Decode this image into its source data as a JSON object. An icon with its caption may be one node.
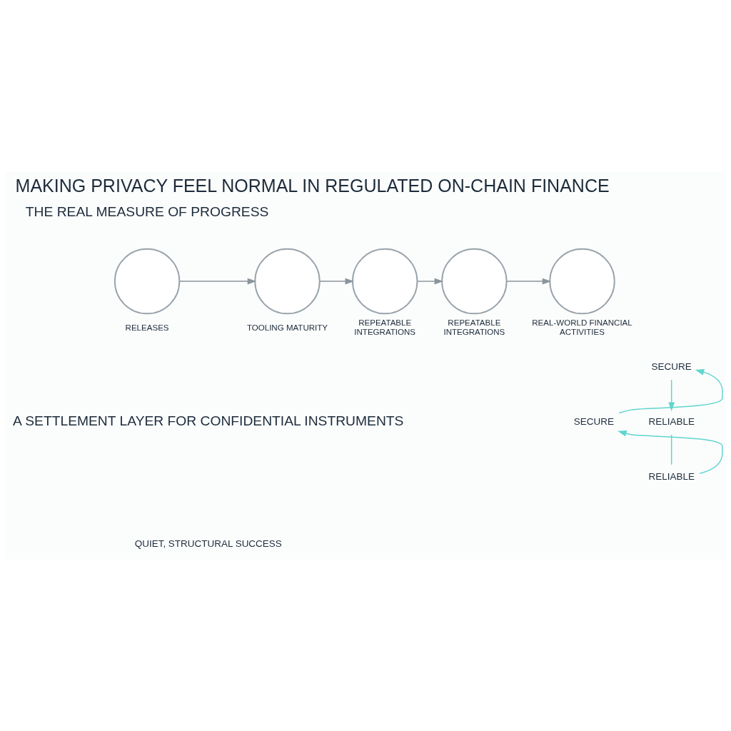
{
  "diagram": {
    "title": "MAKING PRIVACY FEEL NORMAL IN REGULATED ON-CHAIN FINANCE",
    "nodes": [
      {
        "text": [],
        "shape": "circle",
        "beside": [
          "RELEASES"
        ]
      },
      {
        "text": [],
        "shape": "circle",
        "beside": [
          "TOOLING MATURITY"
        ]
      },
      {
        "text": [],
        "shape": "circle",
        "beside": [
          "REPEATABLE INTEGRATIONS"
        ]
      },
      {
        "text": [],
        "shape": "circle",
        "beside": [
          "REPEATABLE INTEGRATIONS"
        ]
      },
      {
        "text": [],
        "shape": "circle",
        "beside": [
          "REAL-WORLD FINANCIAL ACTIVITIES"
        ]
      },
      {
        "text": [
          "SECURE"
        ]
      },
      {
        "text": [
          "SECURE"
        ]
      },
      {
        "text": [
          "RELIABLE"
        ]
      },
      {
        "text": [
          "RELIABLE"
        ]
      }
    ],
    "edges": [
      {
        "from": 0,
        "to": 1,
        "arrow": "to"
      },
      {
        "from": 1,
        "to": 2,
        "arrow": "to"
      },
      {
        "from": 2,
        "to": 3,
        "arrow": "to"
      },
      {
        "from": 3,
        "to": 4,
        "arrow": "to"
      },
      {
        "from": 5,
        "to": 7,
        "arrow": "to",
        "color": "#5fd6cf"
      },
      {
        "from": 7,
        "to": 8,
        "arrow": "none",
        "color": "#5fd6cf"
      },
      {
        "from": 8,
        "to": 6,
        "arrow": "to",
        "color": "#5fd6cf"
      },
      {
        "from": 6,
        "to": 5,
        "arrow": "to",
        "color": "#5fd6cf"
      }
    ],
    "labels": [
      "THE REAL MEASURE OF PROGRESS",
      "A SETTLEMENT LAYER FOR CONFIDENTIAL INSTRUMENTS",
      "QUIET, STRUCTURAL SUCCESS"
    ]
  }
}
